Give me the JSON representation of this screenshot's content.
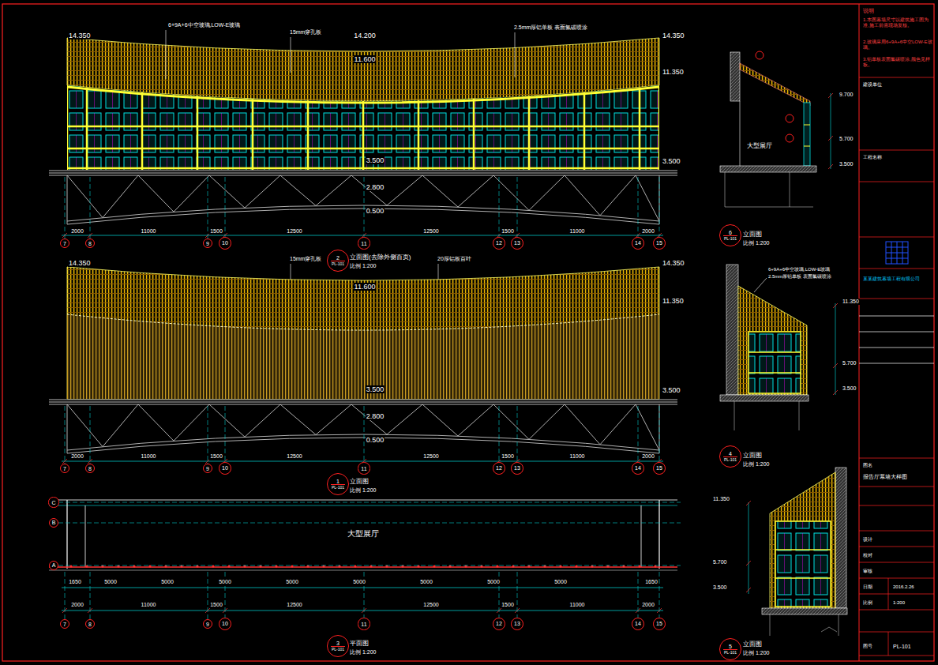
{
  "diagram": {
    "nodes": [
      {
        "text": [
          "7"
        ]
      },
      {
        "text": [
          "8"
        ]
      },
      {
        "text": [
          "9"
        ]
      },
      {
        "text": [
          "10"
        ]
      },
      {
        "text": [
          "11"
        ]
      },
      {
        "text": [
          "12"
        ]
      },
      {
        "text": [
          "13"
        ]
      },
      {
        "text": [
          "14"
        ]
      },
      {
        "text": [
          "15"
        ]
      },
      {
        "text": [
          "2",
          "PL-101"
        ]
      },
      {
        "text": [
          "7"
        ]
      },
      {
        "text": [
          "8"
        ]
      },
      {
        "text": [
          "9"
        ]
      },
      {
        "text": [
          "10"
        ]
      },
      {
        "text": [
          "11"
        ]
      },
      {
        "text": [
          "12"
        ]
      },
      {
        "text": [
          "13"
        ]
      },
      {
        "text": [
          "14"
        ]
      },
      {
        "text": [
          "15"
        ]
      },
      {
        "text": [
          "1",
          "PL-101"
        ]
      },
      {
        "text": [
          "7"
        ]
      },
      {
        "text": [
          "8"
        ]
      },
      {
        "text": [
          "9"
        ]
      },
      {
        "text": [
          "10"
        ]
      },
      {
        "text": [
          "11"
        ]
      },
      {
        "text": [
          "12"
        ]
      },
      {
        "text": [
          "13"
        ]
      },
      {
        "text": [
          "14"
        ]
      },
      {
        "text": [
          "15"
        ]
      },
      {
        "text": [
          "C"
        ]
      },
      {
        "text": [
          "B"
        ]
      },
      {
        "text": [
          "A"
        ]
      },
      {
        "text": [
          "3",
          "PL-101"
        ]
      },
      {
        "text": [
          "6",
          "PL-101"
        ]
      },
      {
        "text": [
          "4",
          "PL-101"
        ]
      },
      {
        "text": [
          "5",
          "PL-101"
        ]
      }
    ],
    "labels": [
      "14.350",
      "14.200",
      "11.600",
      "14.350",
      "11.350",
      "3.500",
      "3.500",
      "2.800",
      "0.500",
      "6+9A+6中空玻璃,LOW-E玻璃",
      "15mm穿孔板",
      "2.5mm厚铝单板 表面氟碳喷涂",
      "2000",
      "11000",
      "1500",
      "12500",
      "12500",
      "1500",
      "11000",
      "2000",
      "立面图(去除外侧百页)",
      "比例 1:200",
      "14.350",
      "11.600",
      "14.350",
      "11.350",
      "3.500",
      "3.500",
      "2.800",
      "0.500",
      "15mm穿孔板",
      "20厚铝板百叶",
      "2000",
      "11000",
      "1500",
      "12500",
      "12500",
      "1500",
      "11000",
      "2000",
      "立面图",
      "比例 1:200",
      "大型展厅",
      "1650",
      "5000",
      "5000",
      "5000",
      "5000",
      "5000",
      "5000",
      "5000",
      "5000",
      "1650",
      "2000",
      "11000",
      "1500",
      "12500",
      "12500",
      "1500",
      "11000",
      "2000",
      "平面图",
      "比例 1:200",
      "大型展厅",
      "9.700",
      "5.700",
      "3.500",
      "立面图",
      "比例 1:200",
      "6+9A+6中空玻璃,LOW-E玻璃",
      "2.5mm厚铝单板 表面氟碳喷涂",
      "11.350",
      "5.700",
      "3.500",
      "立面图",
      "比例 1:200",
      "11.350",
      "5.700",
      "3.500",
      "立面图",
      "比例 1:200",
      "说明",
      "1.本图幕墙尺寸以建筑施工图为准,施工前需现场复核。",
      "2.玻璃采用6+9A+6中空LOW-E玻璃。",
      "3.铝单板表面氟碳喷涂,颜色见样板。",
      "建设单位",
      "工程名称",
      "某某建筑幕墙工程有限公司",
      "图名",
      "报告厅幕墙大样图",
      "设计",
      "校对",
      "审核",
      "日期",
      "2016.2.26",
      "比例",
      "1:200",
      "图号",
      "PL-101"
    ]
  }
}
